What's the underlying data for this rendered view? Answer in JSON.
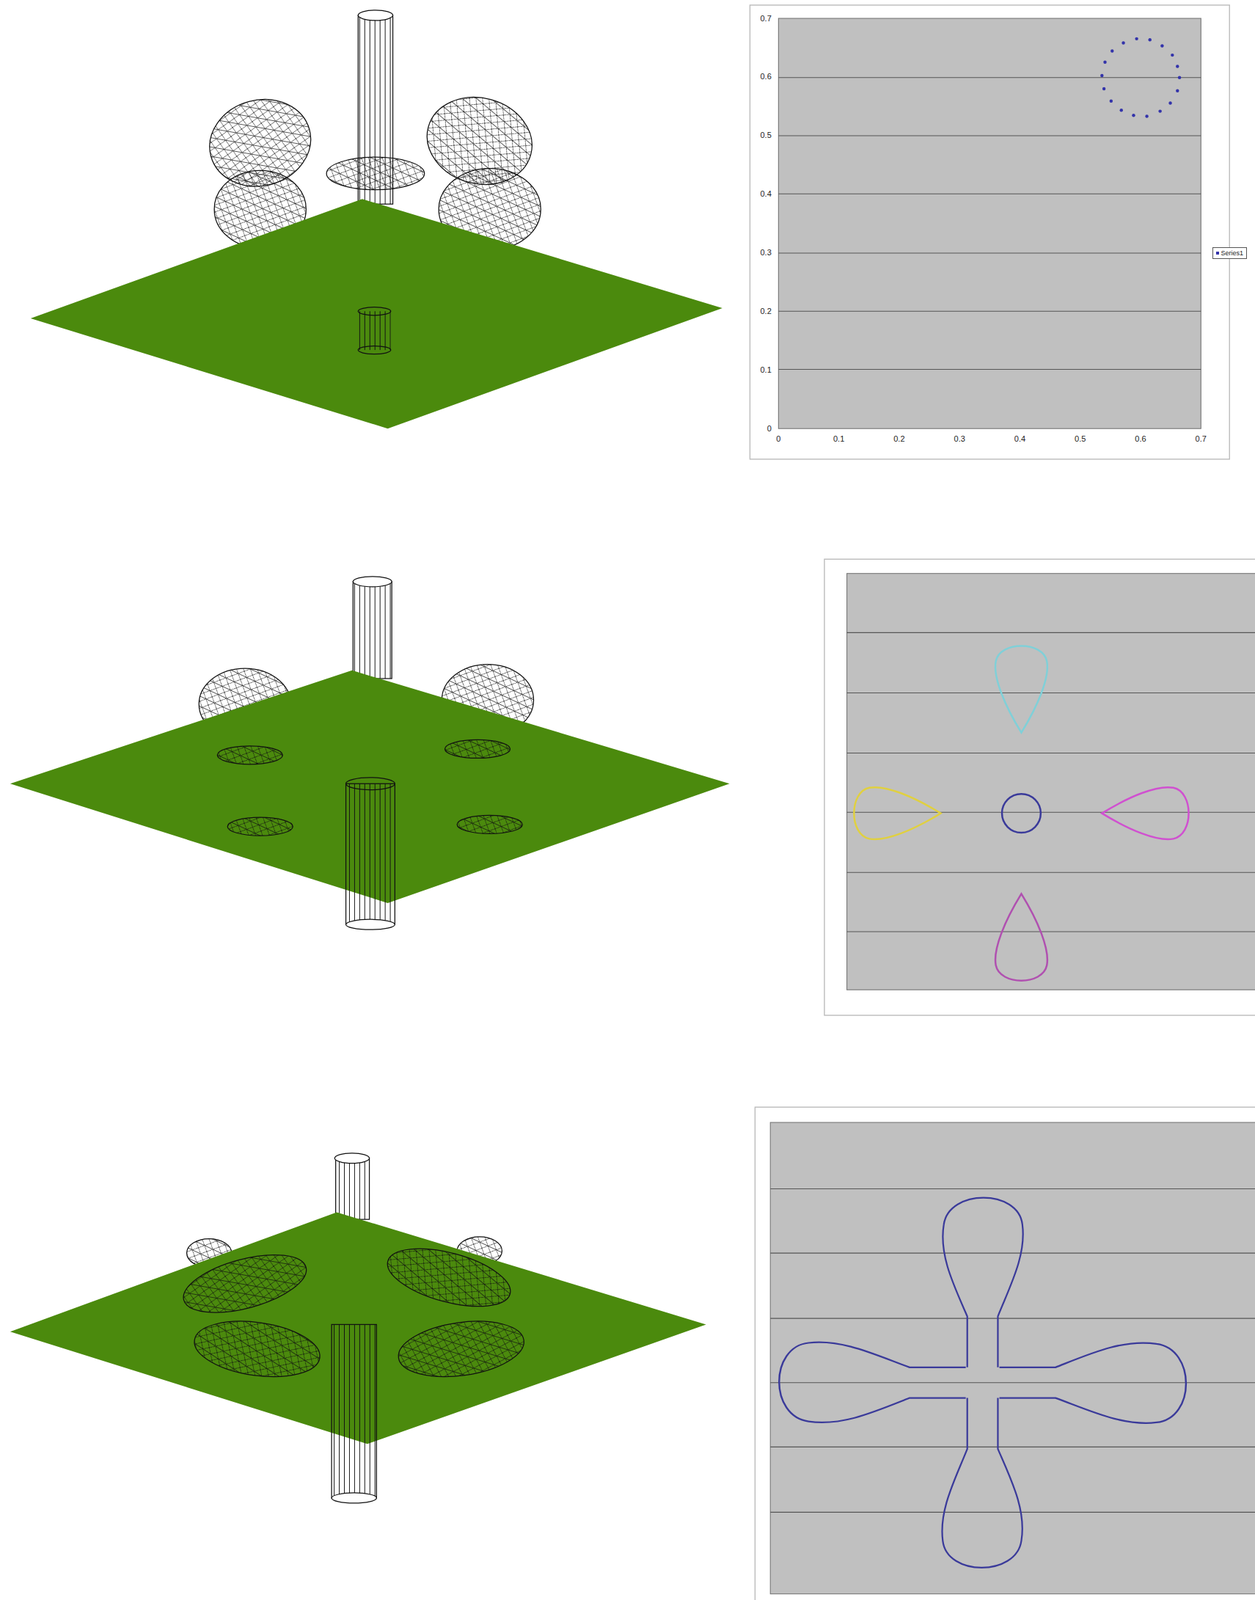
{
  "diagram": {
    "labels": [
      "0.7",
      "0.6",
      "0.5",
      "0.4",
      "0.3",
      "0.2",
      "0.1",
      "0",
      "0",
      "0.1",
      "0.2",
      "0.3",
      "0.4",
      "0.5",
      "0.6",
      "0.7"
    ],
    "legend": [
      {
        "text": "Series1"
      }
    ]
  }
}
